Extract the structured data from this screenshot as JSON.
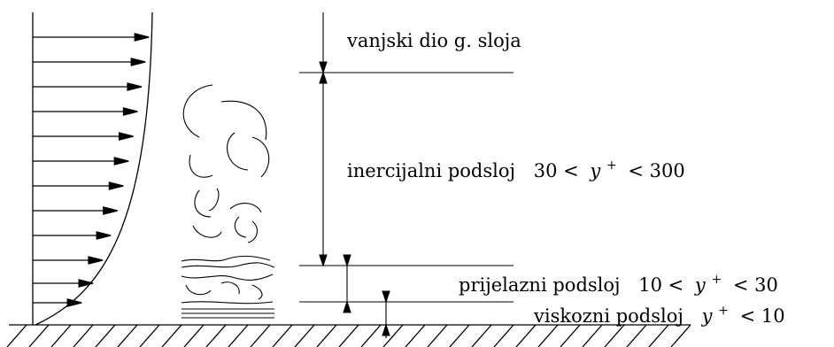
{
  "diagram": {
    "labels": {
      "outer": "vanjski dio g. sloja",
      "inertial_name": "inercijalni podsloj",
      "inertial_lo": "30 <",
      "inertial_var": "y",
      "inertial_sup": "+",
      "inertial_hi": "< 300",
      "buffer_name": "prijelazni podsloj",
      "buffer_lo": "10 <",
      "buffer_var": "y",
      "buffer_sup": "+",
      "buffer_hi": "< 30",
      "viscous_name": "viskozni podsloj",
      "viscous_var": "y",
      "viscous_sup": "+",
      "viscous_hi": "< 10"
    },
    "colors": {
      "stroke": "#000000",
      "background": "#ffffff"
    }
  }
}
